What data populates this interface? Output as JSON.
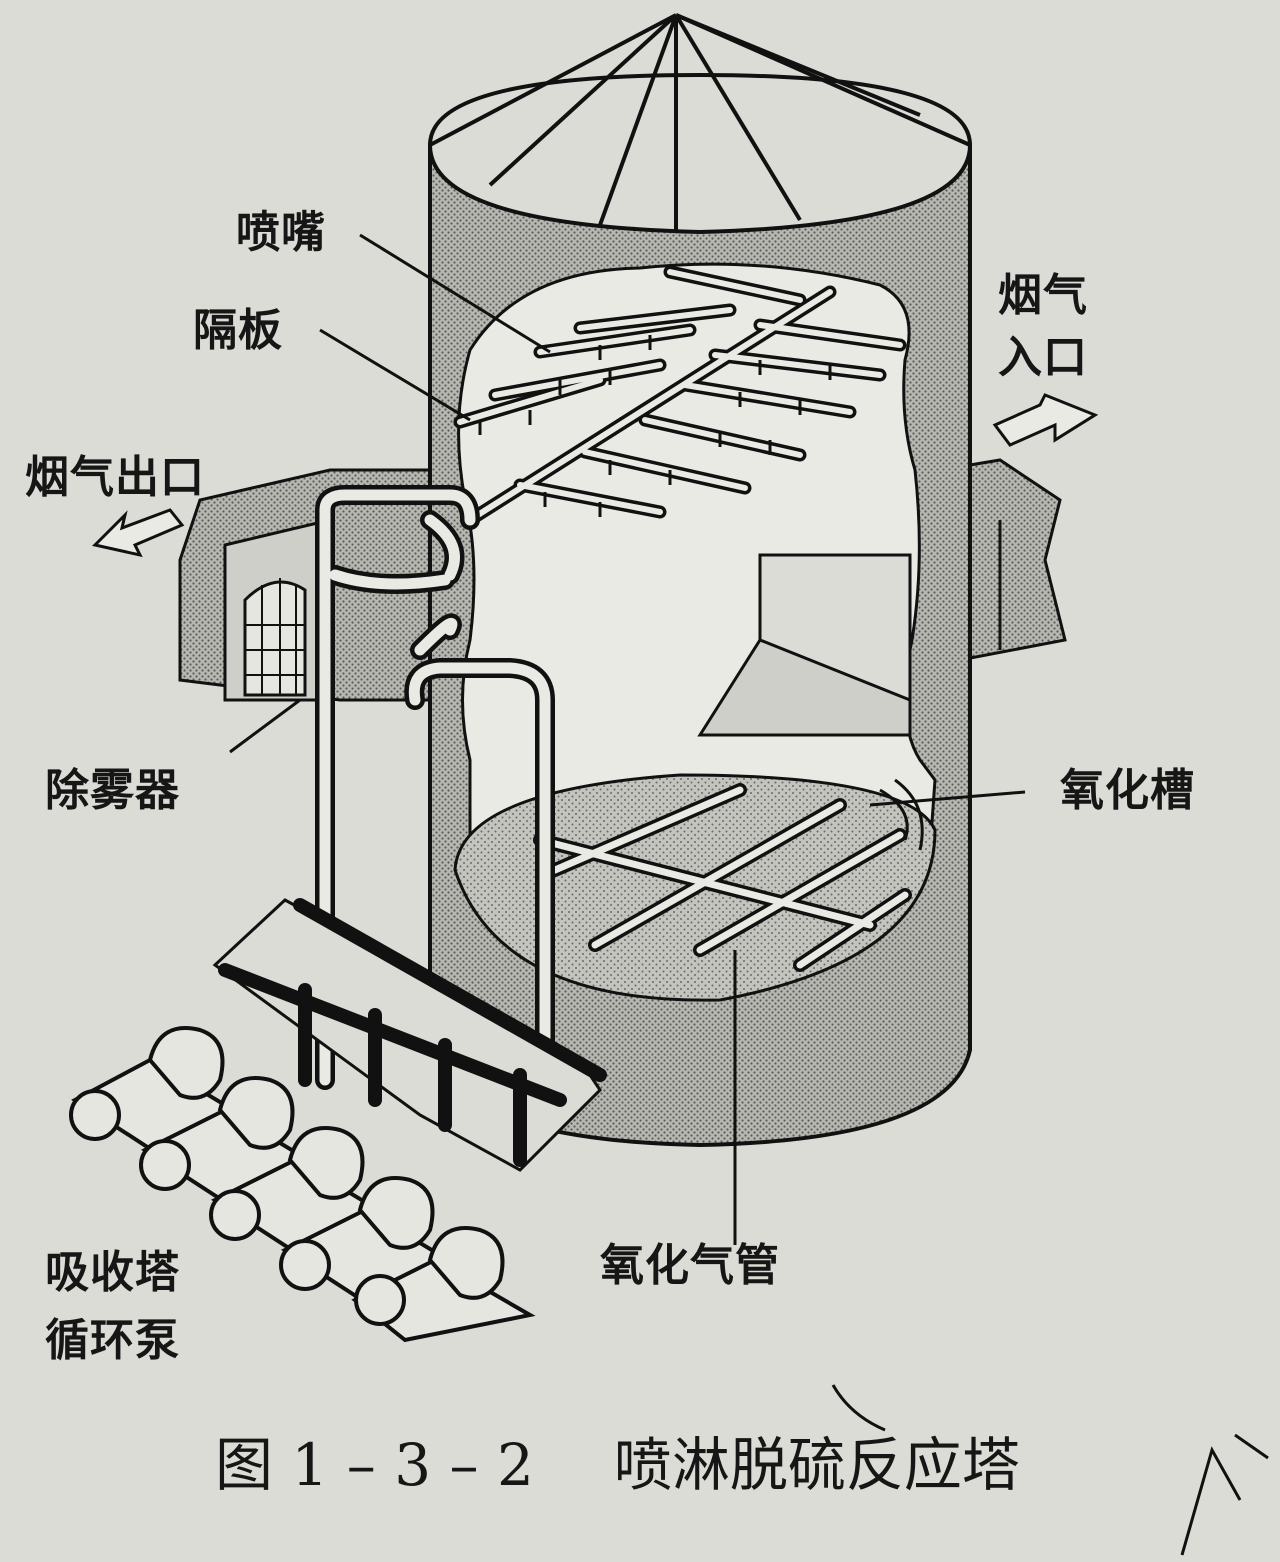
{
  "labels": {
    "nozzle": "喷嘴",
    "baffle": "隔板",
    "flue_outlet": "烟气出口",
    "flue_inlet_line1": "烟气",
    "flue_inlet_line2": "入口",
    "demister": "除雾器",
    "oxidation_tank": "氧化槽",
    "absorber_pump_line1": "吸收塔",
    "absorber_pump_line2": "循环泵",
    "oxidation_air_pipe": "氧化气管"
  },
  "caption": {
    "figure_number": "图 1 – 3 – 2",
    "title": "喷淋脱硫反应塔"
  }
}
